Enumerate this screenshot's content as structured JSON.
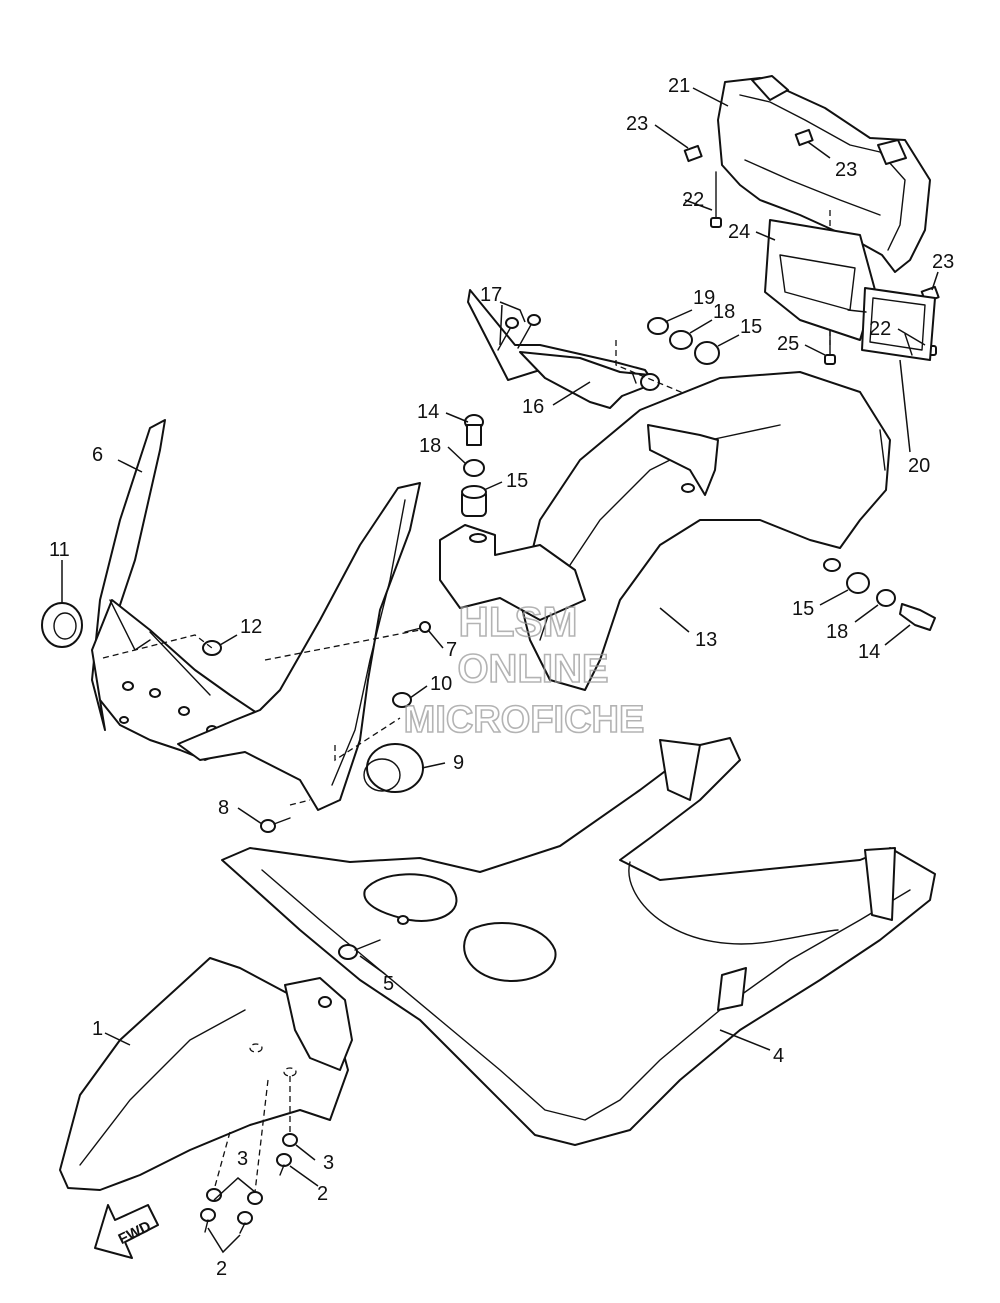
{
  "callouts": {
    "c1": "1",
    "c2a": "2",
    "c2b": "2",
    "c3a": "3",
    "c3b": "3",
    "c4": "4",
    "c5": "5",
    "c6": "6",
    "c7": "7",
    "c8": "8",
    "c9": "9",
    "c10": "10",
    "c11": "11",
    "c12": "12",
    "c13": "13",
    "c14a": "14",
    "c14b": "14",
    "c15a": "15",
    "c15b": "15",
    "c15c": "15",
    "c16": "16",
    "c17": "17",
    "c18a": "18",
    "c18b": "18",
    "c18c": "18",
    "c19": "19",
    "c20": "20",
    "c21": "21",
    "c22a": "22",
    "c22b": "22",
    "c23a": "23",
    "c23b": "23",
    "c23c": "23",
    "c24": "24",
    "c25": "25"
  },
  "watermark": {
    "line1": "HLSM",
    "line2": "ONLINE",
    "line3": "MICROFICHE"
  },
  "fwd_label": "FWD"
}
